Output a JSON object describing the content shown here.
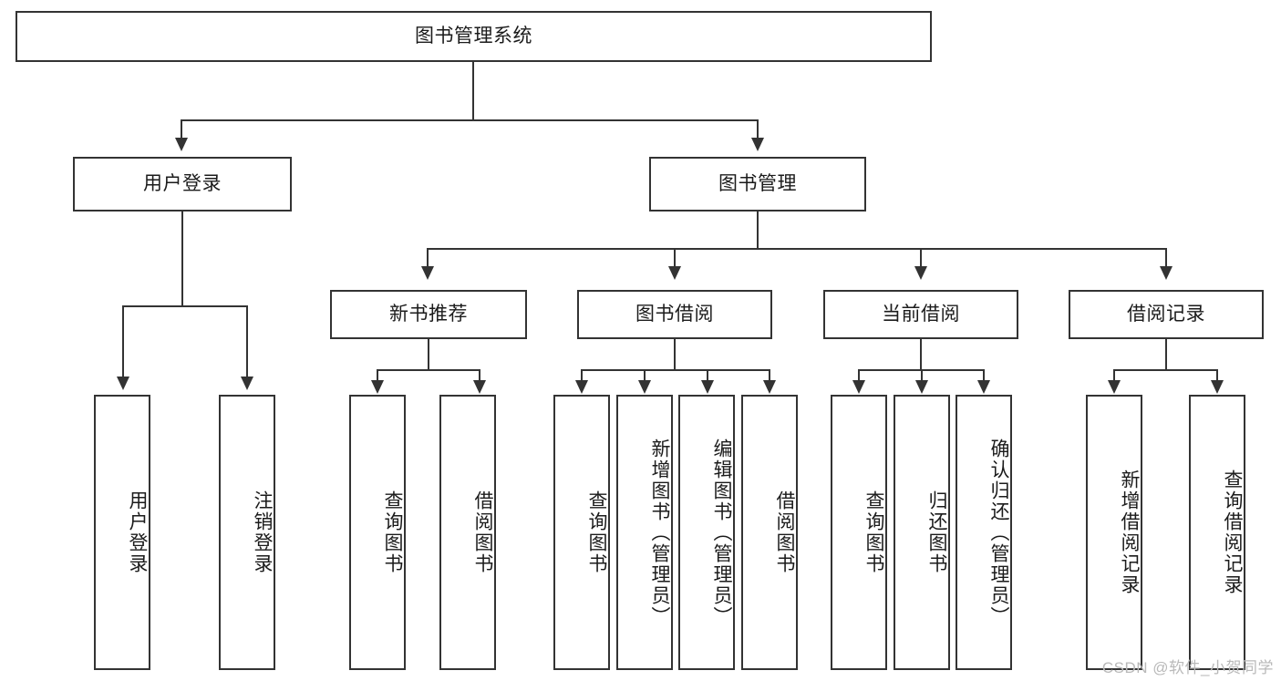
{
  "diagram": {
    "type": "tree-hierarchy",
    "root": {
      "label": "图书管理系统"
    },
    "level2": [
      {
        "label": "用户登录"
      },
      {
        "label": "图书管理"
      }
    ],
    "level3": [
      {
        "label": "新书推荐"
      },
      {
        "label": "图书借阅"
      },
      {
        "label": "当前借阅"
      },
      {
        "label": "借阅记录"
      }
    ],
    "leaves": {
      "user_login": [
        {
          "label": "用户登录"
        },
        {
          "label": "注销登录"
        }
      ],
      "new_book_recommend": [
        {
          "label": "查询图书"
        },
        {
          "label": "借阅图书"
        }
      ],
      "book_borrow": [
        {
          "label": "查询图书"
        },
        {
          "label": "新增图书（管理员）"
        },
        {
          "label": "编辑图书（管理员）"
        },
        {
          "label": "借阅图书"
        }
      ],
      "current_borrow": [
        {
          "label": "查询图书"
        },
        {
          "label": "归还图书"
        },
        {
          "label": "确认归还（管理员）"
        }
      ],
      "borrow_record": [
        {
          "label": "新增借阅记录"
        },
        {
          "label": "查询借阅记录"
        }
      ]
    }
  },
  "watermark": {
    "text": "CSDN @软件_小贺同学"
  },
  "colors": {
    "border": "#333333",
    "background": "#ffffff",
    "text": "#1b1b1b",
    "watermark": "#b9b9b9"
  }
}
